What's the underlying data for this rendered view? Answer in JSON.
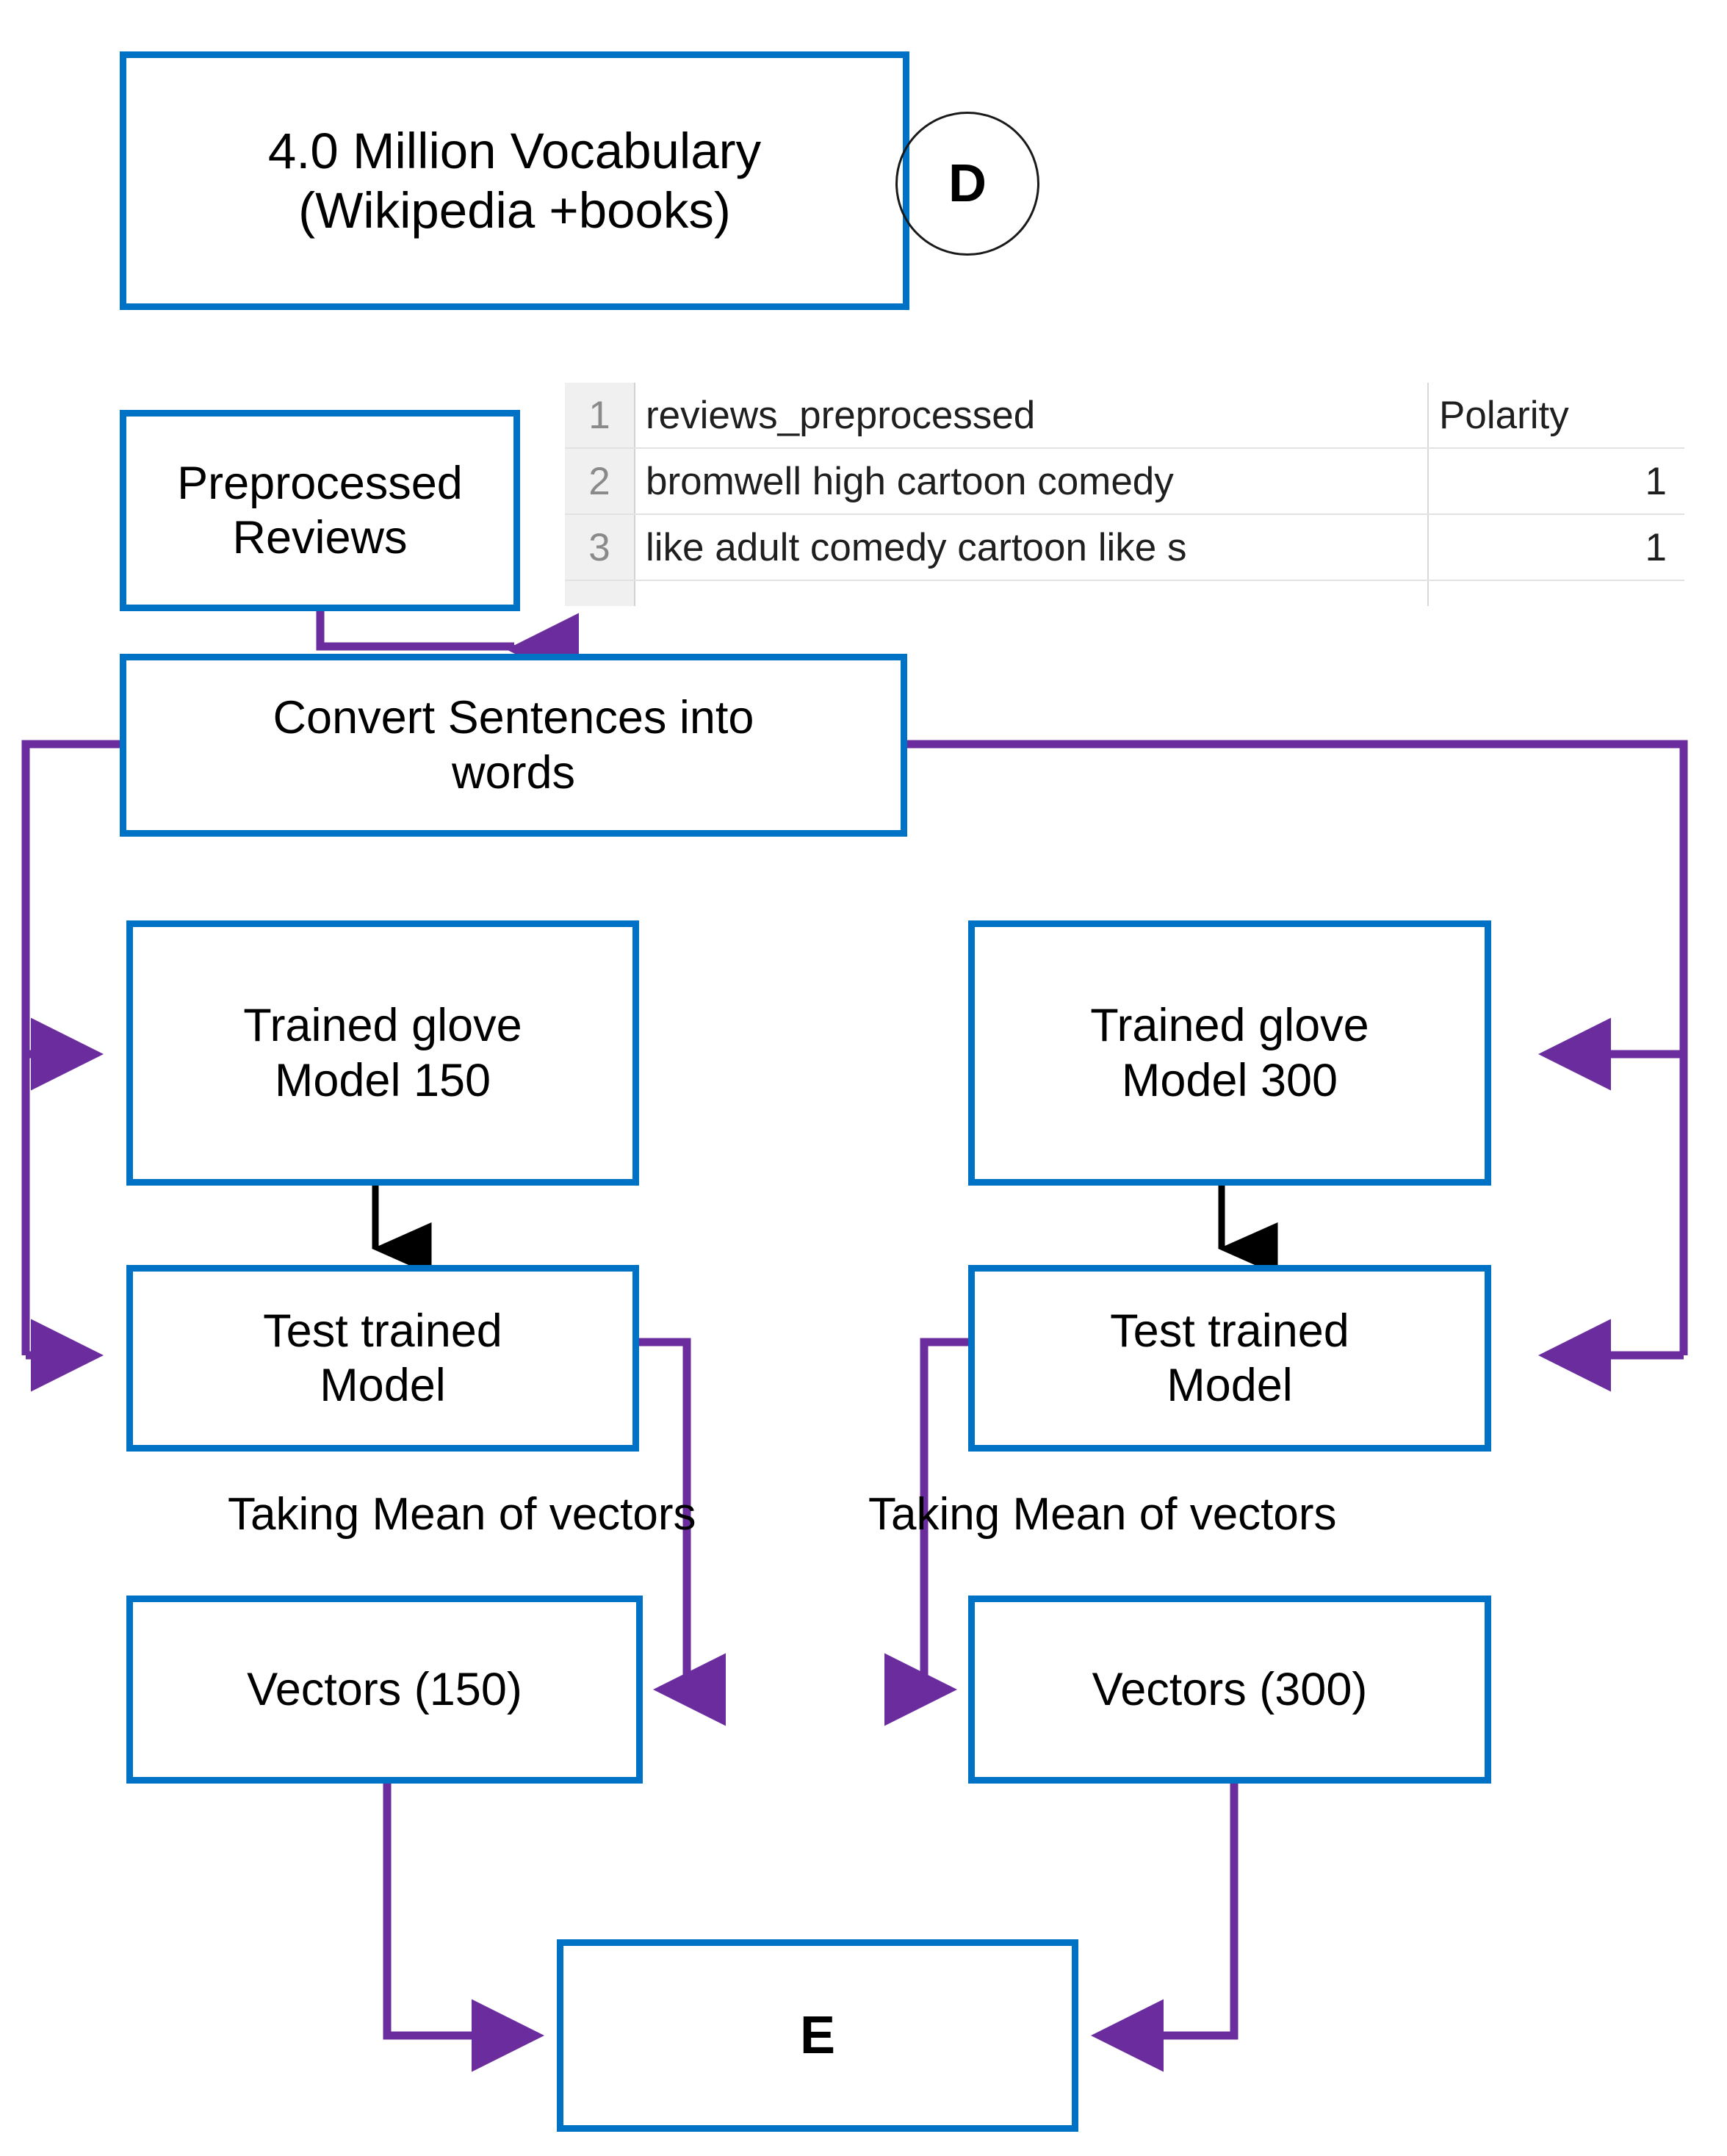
{
  "diagram": {
    "title": "GloVe embedding pipeline flowchart",
    "colors": {
      "box_border": "#0072C6",
      "purple_connector": "#6B2D9E",
      "black_connector": "#000000",
      "badge_border": "#1a1a1a",
      "background": "#ffffff"
    }
  },
  "nodes": {
    "vocabulary": {
      "label": "4.0 Million Vocabulary\n(Wikipedia +books)"
    },
    "preprocessed_reviews": {
      "label": "Preprocessed\nReviews"
    },
    "convert_sentences": {
      "label": "Convert Sentences into\nwords"
    },
    "trained_glove_150": {
      "label": "Trained glove\nModel 150"
    },
    "test_trained_150": {
      "label": "Test trained\nModel"
    },
    "vectors_150": {
      "label": "Vectors (150)"
    },
    "trained_glove_300": {
      "label": "Trained glove\nModel 300"
    },
    "test_trained_300": {
      "label": "Test trained\nModel"
    },
    "vectors_300": {
      "label": "Vectors (300)"
    },
    "final_stage": {
      "label": "E"
    }
  },
  "badges": {
    "stage_d": {
      "label": "D"
    }
  },
  "edge_captions": {
    "mean_left": "Taking Mean of vectors",
    "mean_right": "Taking Mean of vectors"
  },
  "spreadsheet": {
    "columns": [
      "reviews_preprocessed",
      "Polarity"
    ],
    "rows": [
      {
        "num": "1",
        "review": "reviews_preprocessed",
        "polarity": "Polarity",
        "is_header": true
      },
      {
        "num": "2",
        "review": "bromwell high cartoon comedy",
        "polarity": "1",
        "is_header": false
      },
      {
        "num": "3",
        "review": "like adult comedy cartoon like s",
        "polarity": "1",
        "is_header": false
      }
    ]
  }
}
